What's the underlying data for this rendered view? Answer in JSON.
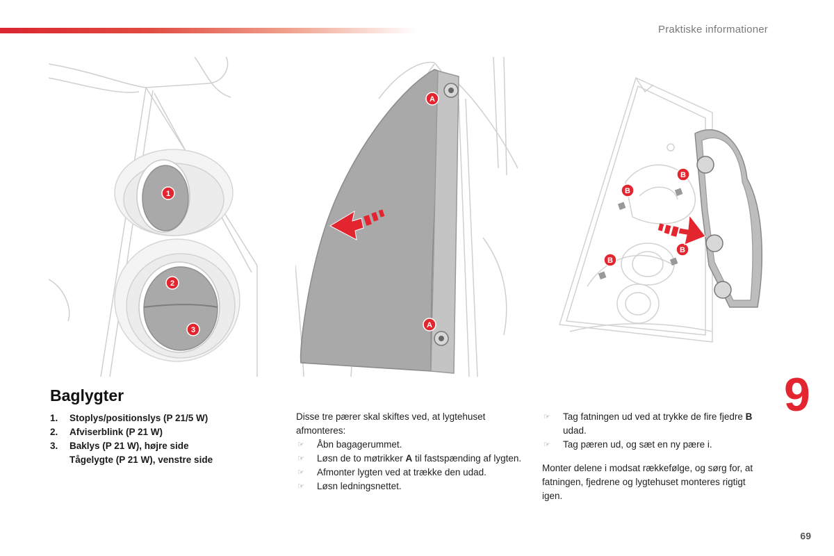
{
  "header": {
    "section": "Praktiske informationer",
    "accent_color": "#d9262f"
  },
  "chapter": "9",
  "illustrations": {
    "one": {
      "markers": [
        "1",
        "2",
        "3"
      ]
    },
    "two": {
      "markers": [
        "A",
        "A"
      ]
    },
    "three": {
      "markers": [
        "B",
        "B",
        "B",
        "B"
      ]
    }
  },
  "title": "Baglygter",
  "bulbs": [
    {
      "num": "1.",
      "text": "Stoplys/positionslys (P 21/5 W)"
    },
    {
      "num": "2.",
      "text": "Afviserblink (P 21 W)"
    },
    {
      "num": "3.",
      "text": "Baklys (P 21 W), højre side",
      "subtext": "Tågelygte (P 21 W), venstre side"
    }
  ],
  "column2": {
    "intro": "Disse tre pærer skal skiftes ved, at lygtehuset afmonteres:",
    "bullet_symbol": "☞",
    "steps": [
      {
        "pre": "Åbn bagagerummet.",
        "bold": "",
        "post": ""
      },
      {
        "pre": "Løsn de to møtrikker ",
        "bold": "A",
        "post": " til fastspænding af lygten."
      },
      {
        "pre": "Afmonter lygten ved at trække den udad.",
        "bold": "",
        "post": ""
      },
      {
        "pre": "Løsn ledningsnettet.",
        "bold": "",
        "post": ""
      }
    ]
  },
  "column3": {
    "bullet_symbol": "☞",
    "steps": [
      {
        "pre": "Tag fatningen ud ved at trykke de fire fjedre ",
        "bold": "B",
        "post": " udad."
      },
      {
        "pre": "Tag pæren ud, og sæt en ny pære i.",
        "bold": "",
        "post": ""
      }
    ],
    "closing": "Monter delene i modsat rækkefølge, og sørg for, at fatningen, fjedrene og lygtehuset monteres rigtigt igen."
  },
  "page_number": "69"
}
